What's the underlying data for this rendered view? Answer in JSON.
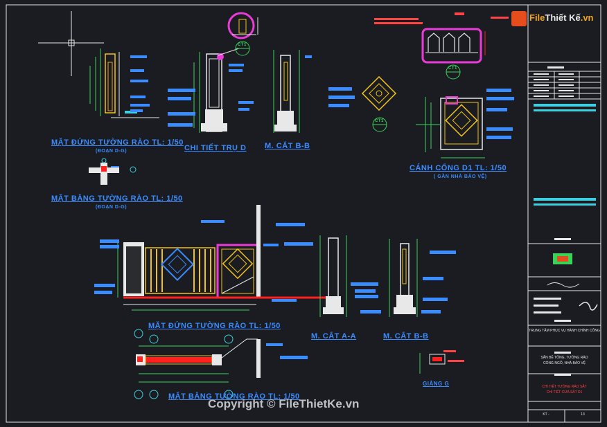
{
  "labels": {
    "fence_elev_dg": "MẶT ĐỨNG TƯỜNG RÀO  TL: 1/50",
    "fence_elev_dg_sub": "(ĐOẠN D-G)",
    "pillar_detail": "CHI TIẾT TRỤ D",
    "section_bb_top": "M. CẮT B-B",
    "fence_plan_dg": "MẶT BẰNG TƯỜNG RÀO  TL: 1/50",
    "fence_plan_dg_sub": "(ĐOẠN D-G)",
    "gate_leaf": "CÁNH CỔNG D1   TL: 1/50",
    "gate_leaf_sub": "( GẦN NHÀ BẢO VỆ)",
    "fence_elev": "MẶT ĐỨNG TƯỜNG RÀO  TL: 1/50",
    "section_aa": "M. CẮT A-A",
    "section_bb": "M. CẮT B-B",
    "fence_plan": "MẶT BẰNG TƯỜNG RÀO  TL: 1/50",
    "beam_g": "GIẰNG G",
    "tag_ct1_a": "CT1",
    "tag_ct1_b": "CT1",
    "tag_ct1_c": "CT1"
  },
  "title_block": {
    "org": "TRUNG TÂM PHỤC VỤ HÀNH CHÍNH CÔNG",
    "project_line1": "SÂN BÊ TÔNG, TƯỜNG RÀO",
    "project_line2": "CỔNG NGÕ, NHÀ BẢO VỆ",
    "sheet_line1": "CHI TIẾT TƯỜNG RÀO SẮT",
    "sheet_line2": "CHI TIẾT CỬA SẮT D1",
    "sheet_no_prefix": "KT -",
    "sheet_no": "13"
  },
  "watermark": {
    "logo_text_a": "File",
    "logo_text_b": "Thiết Kế",
    "logo_text_c": ".vn",
    "copyright": "Copyright © FileThietKe.vn"
  },
  "colors": {
    "background": "#1a1c21",
    "cad_white": "#e8e8e8",
    "cad_blue": "#3a8cff",
    "cad_yellow": "#f2c21a",
    "cad_red": "#ff2020",
    "cad_green": "#3ad35a",
    "cad_cyan": "#3ed0e0",
    "highlight_magenta": "#e93bd6"
  }
}
